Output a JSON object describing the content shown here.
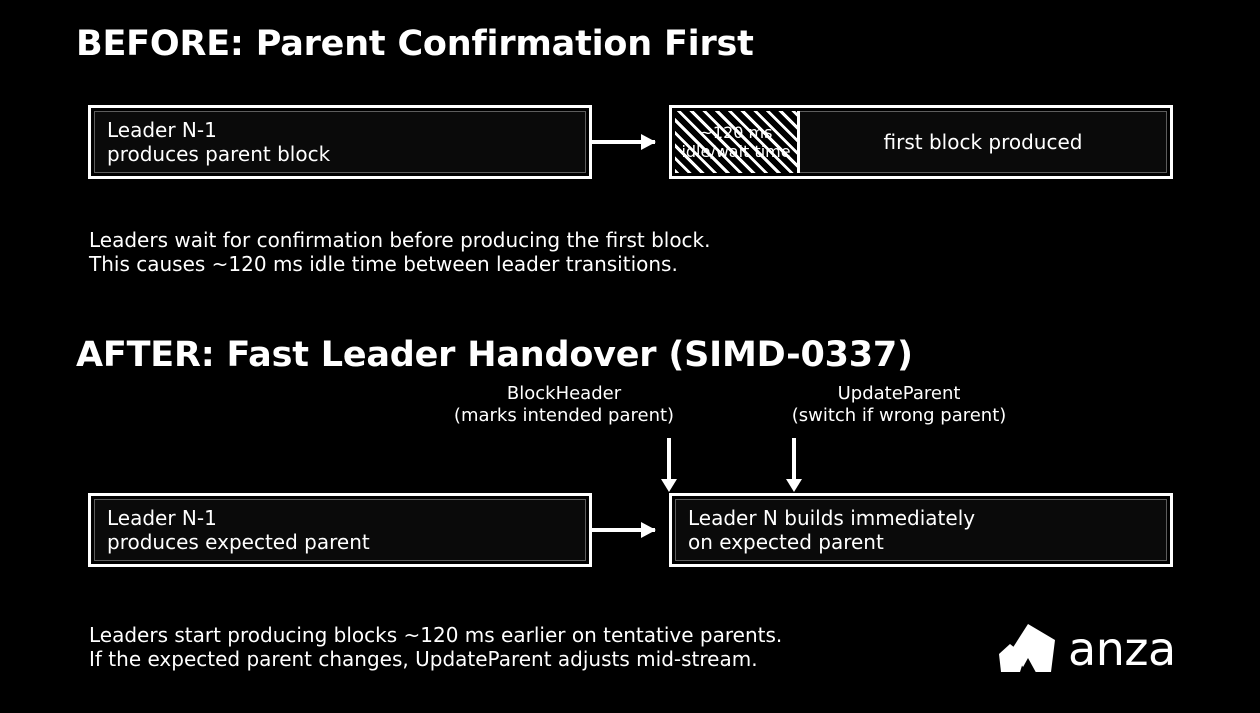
{
  "slide": {
    "background_color": "#000000",
    "foreground_color": "#ffffff"
  },
  "before_section": {
    "heading": "BEFORE: Parent Confirmation First",
    "boxes": [
      {
        "id": "leader-prev",
        "text": "Leader N-1\nproduces parent block"
      },
      {
        "id": "idle-wait",
        "text": "~120 ms\nidle/wait time",
        "style": "diagonal-hatch"
      },
      {
        "id": "first-block",
        "text": "first block produced"
      }
    ],
    "arrow_label": "",
    "caption": "Leaders wait for confirmation before producing the first block.\nThis causes ~120 ms idle time between leader transitions."
  },
  "after_section": {
    "heading": "AFTER: Fast Leader Handover (SIMD-0337)",
    "callouts": [
      {
        "id": "blockheader",
        "text": "BlockHeader\n(marks intended parent)"
      },
      {
        "id": "updateparent",
        "text": "UpdateParent\n(switch if wrong parent)"
      }
    ],
    "boxes": [
      {
        "id": "leader-prev-2",
        "text": "Leader N-1\nproduces expected parent"
      },
      {
        "id": "leader-n",
        "text": "Leader N builds immediately\non expected parent"
      }
    ],
    "caption": "Leaders start producing blocks ~120 ms earlier on tentative parents.\nIf the expected parent changes, UpdateParent adjusts mid-stream."
  },
  "brand": {
    "name": "anza",
    "mark": "anza-logo-icon"
  }
}
